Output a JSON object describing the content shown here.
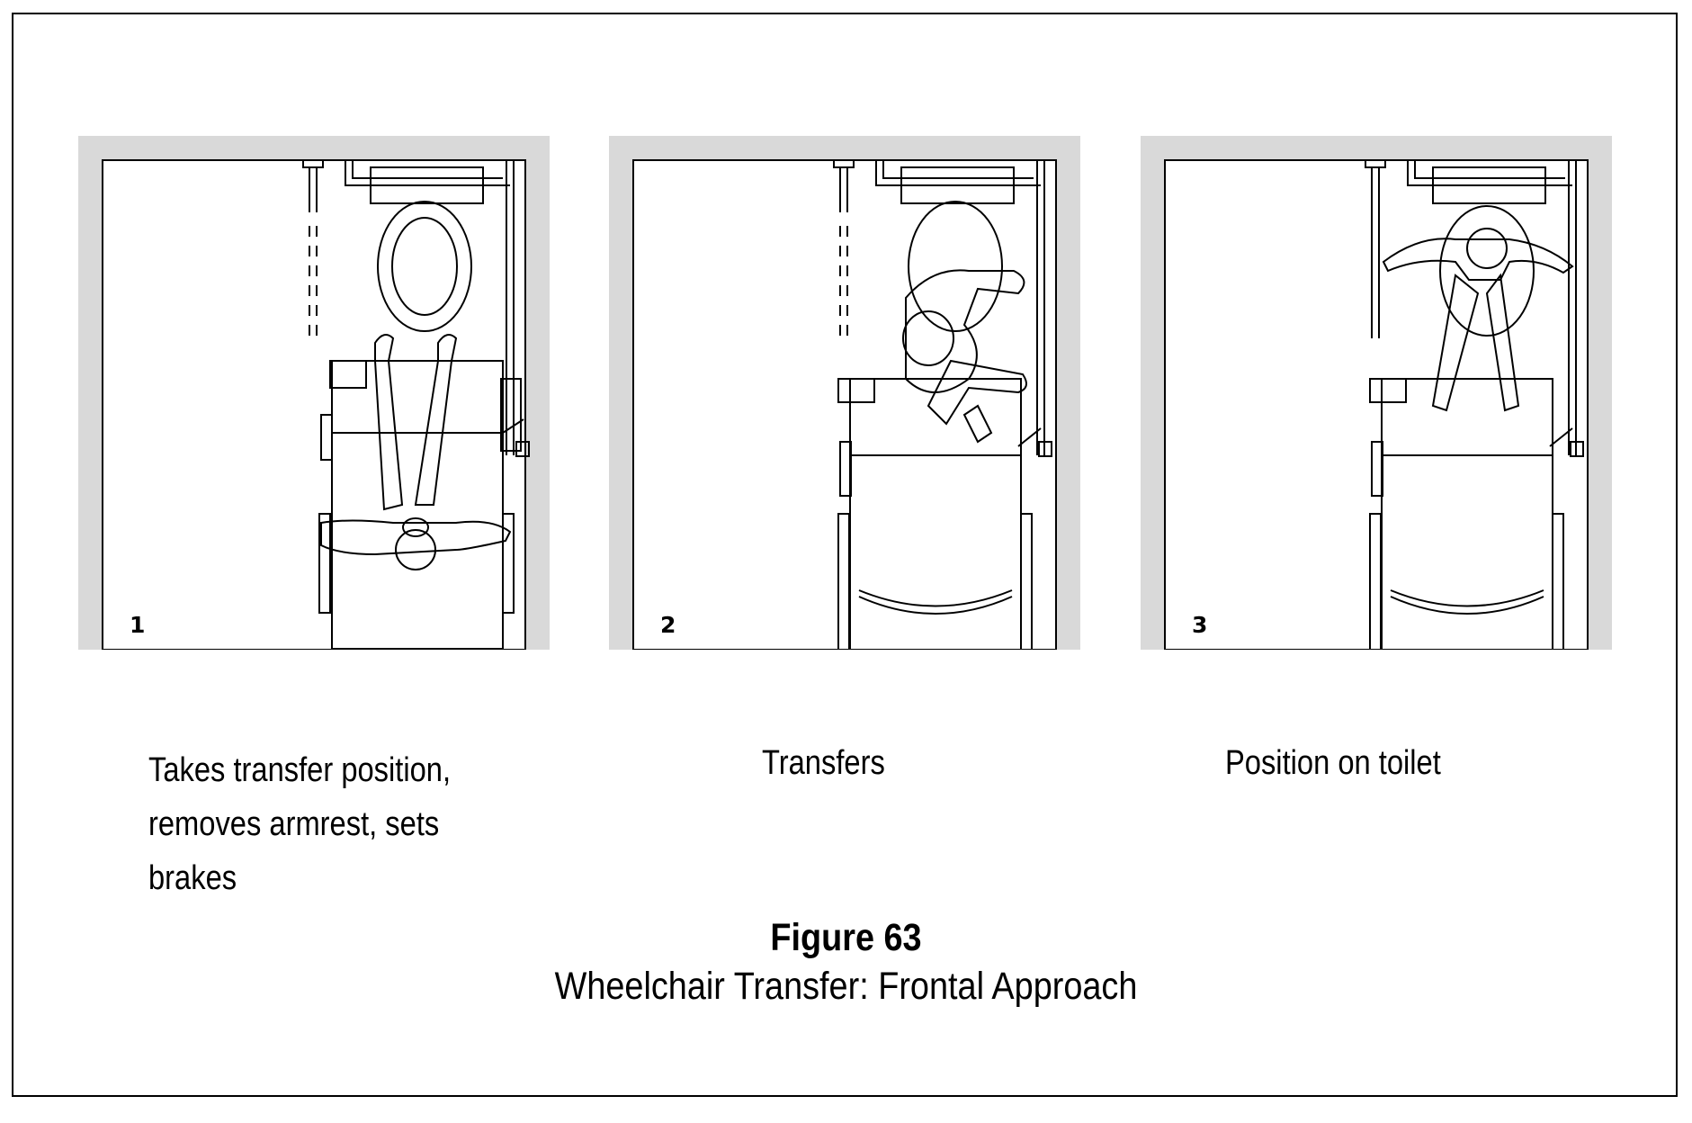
{
  "panels": [
    {
      "number": "1",
      "caption_lines": [
        "Takes transfer position,",
        "removes armrest, sets",
        "brakes"
      ]
    },
    {
      "number": "2",
      "caption_lines": [
        "Transfers"
      ]
    },
    {
      "number": "3",
      "caption_lines": [
        "Position on toilet"
      ]
    }
  ],
  "figure": {
    "title": "Figure 63",
    "subtitle": "Wheelchair Transfer: Frontal Approach"
  },
  "colors": {
    "wall": "#d9d9d9",
    "line": "#000000",
    "background": "#ffffff"
  }
}
